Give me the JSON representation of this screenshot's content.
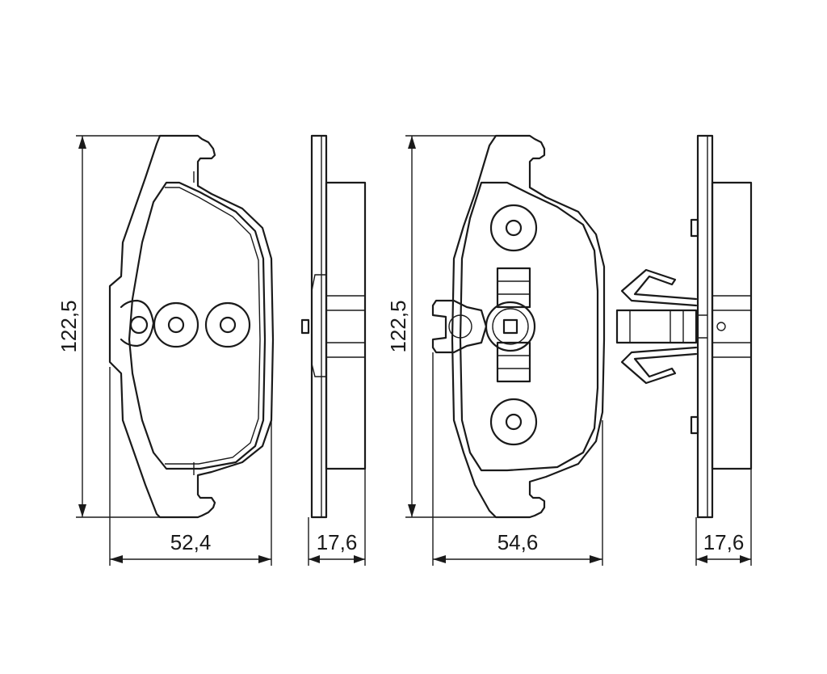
{
  "dimensions": {
    "height_left": "122,5",
    "width_left": "52,4",
    "thickness_left": "17,6",
    "height_right": "122,5",
    "width_right": "54,6",
    "thickness_right": "17,6"
  }
}
